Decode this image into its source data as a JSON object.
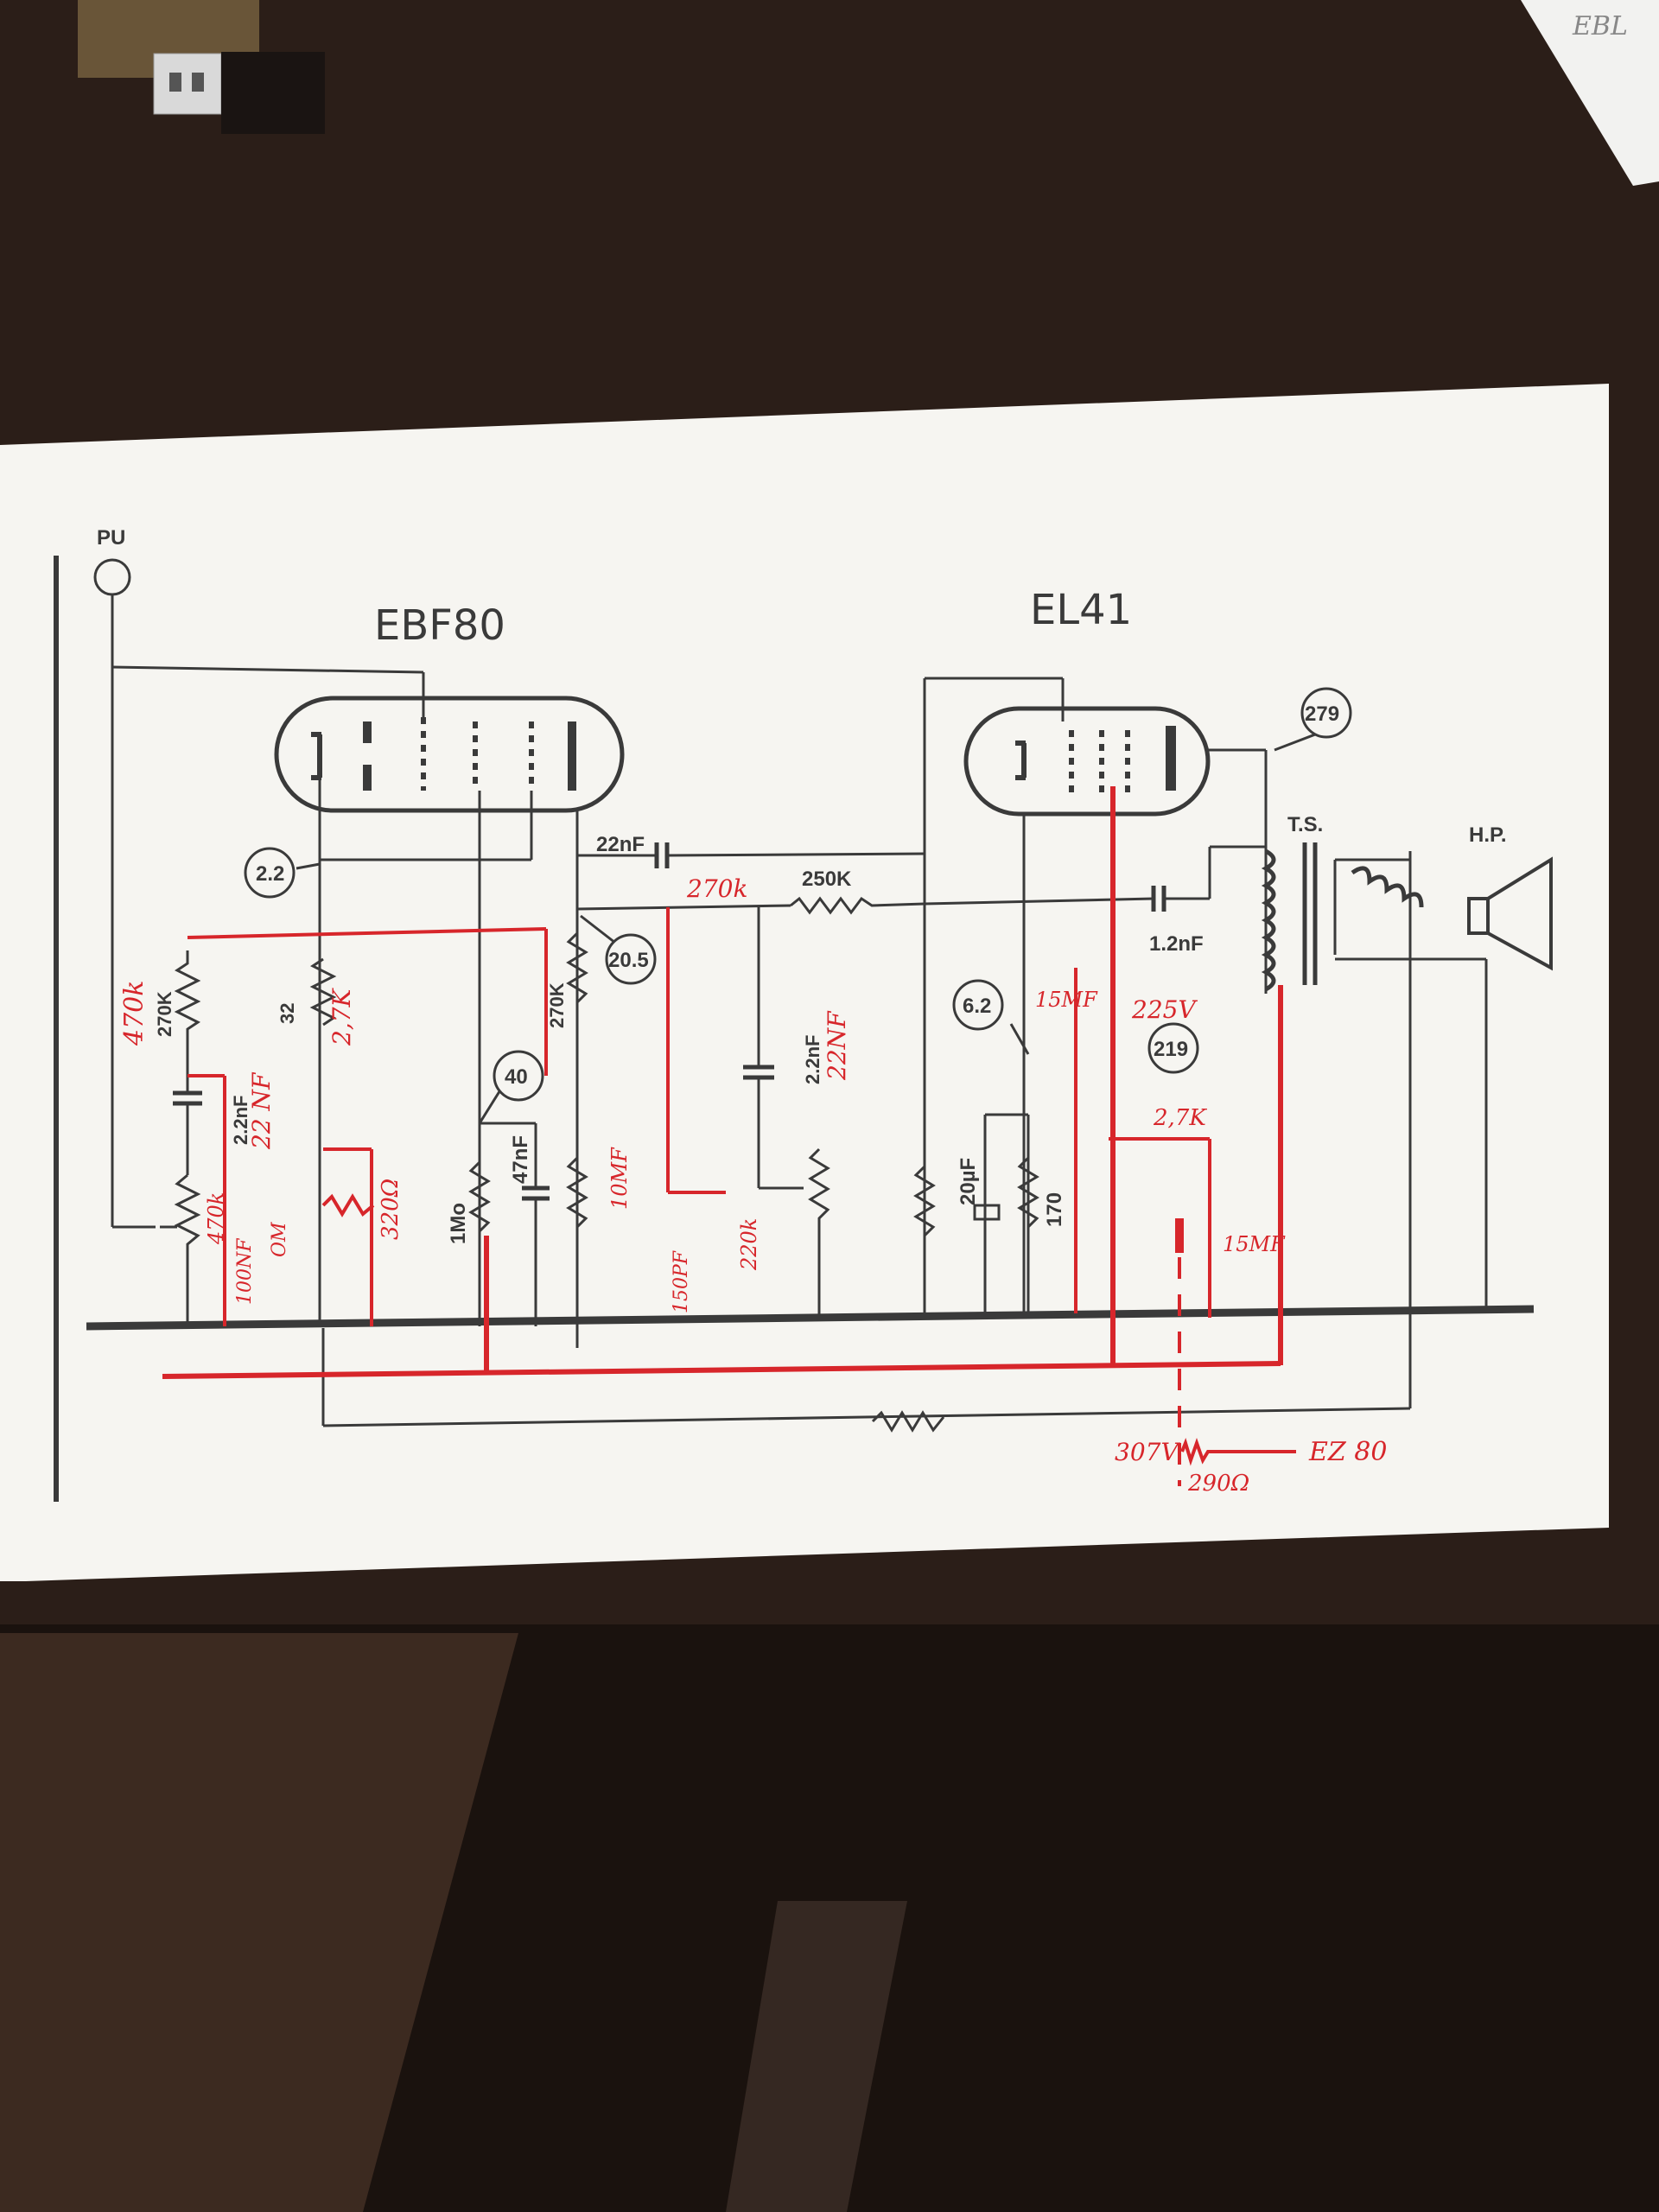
{
  "labels": {
    "pu": "PU",
    "tube1": "EBF80",
    "tube2": "EL41",
    "ts": "T.S.",
    "hp": "H.P.",
    "ez80": "EZ 80",
    "rect_voltage": "307V",
    "rect_resistor": "290Ω"
  },
  "voltages": {
    "v_2_2": "2.2",
    "v_20_5": "20.5",
    "v_40": "40",
    "v_6_2": "6.2",
    "v_219": "219",
    "v_279": "279",
    "v_225": "225V"
  },
  "components": {
    "c_22nF": "22nF",
    "r_250k": "250K",
    "c_1_2nF": "1.2nF",
    "r_270k_orig": "270K",
    "c_2_2nF_orig": "2.2nF",
    "r_32_orig": "32",
    "r_1mo": "1Mo",
    "c_47nF": "47nF",
    "r_270k_mid_orig": "270K",
    "c_2_2nF_mid_orig": "2.2nF",
    "c_20uF": "20µF",
    "r_170": "170"
  },
  "annotations": {
    "r_470k_top": "470k",
    "c_22nf_left": "22 NF",
    "r_470k_small": "470k",
    "c_100nf": "100NF",
    "off_switch": "OM",
    "r_2_7k_left": "2,7K",
    "r_320": "320Ω",
    "c_10mf": "10MF",
    "c_150pf": "150PF",
    "r_220k": "220k",
    "r_270k_top": "270k",
    "c_22nf_mid": "22NF",
    "c_15mf_top": "15MF",
    "r_2_7k_right": "2,7K",
    "c_15mf_bot": "15MF"
  },
  "paper_note": "EBL"
}
